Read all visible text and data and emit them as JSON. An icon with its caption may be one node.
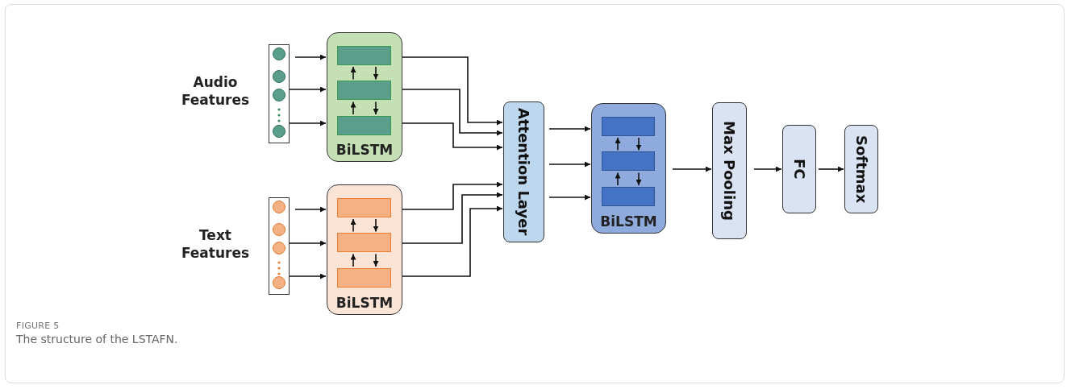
{
  "diagram": {
    "caption": "The structure of the LSTAFN.",
    "nodes": [
      {
        "text": [],
        "shape": "box",
        "beside": [
          "Audio Features"
        ]
      },
      {
        "text": [
          "BiLSTM"
        ]
      },
      {
        "text": [],
        "shape": "box",
        "in": 1
      },
      {
        "text": [],
        "shape": "box",
        "in": 1
      },
      {
        "text": [],
        "shape": "box",
        "in": 1
      },
      {
        "text": [],
        "shape": "box",
        "beside": [
          "Text Features"
        ]
      },
      {
        "text": [
          "BiLSTM"
        ]
      },
      {
        "text": [],
        "shape": "box",
        "in": 6
      },
      {
        "text": [],
        "shape": "box",
        "in": 6
      },
      {
        "text": [],
        "shape": "box",
        "in": 6
      },
      {
        "text": [
          "Attention Layer"
        ]
      },
      {
        "text": [
          "BiLSTM"
        ]
      },
      {
        "text": [],
        "shape": "box",
        "in": 11
      },
      {
        "text": [],
        "shape": "box",
        "in": 11
      },
      {
        "text": [],
        "shape": "box",
        "in": 11
      },
      {
        "text": [
          "Max Pooling"
        ]
      },
      {
        "text": [
          "FC"
        ]
      },
      {
        "text": [
          "Softmax"
        ]
      }
    ],
    "edges": [
      {
        "from": 0,
        "to": 1,
        "arrow": "to"
      },
      {
        "from": 0,
        "to": 1,
        "arrow": "to"
      },
      {
        "from": 0,
        "to": 1,
        "arrow": "to"
      },
      {
        "from": 3,
        "to": 2,
        "arrow": "to"
      },
      {
        "from": 2,
        "to": 3,
        "arrow": "to"
      },
      {
        "from": 4,
        "to": 3,
        "arrow": "to"
      },
      {
        "from": 3,
        "to": 4,
        "arrow": "to"
      },
      {
        "from": 5,
        "to": 6,
        "arrow": "to"
      },
      {
        "from": 5,
        "to": 6,
        "arrow": "to"
      },
      {
        "from": 5,
        "to": 6,
        "arrow": "to"
      },
      {
        "from": 8,
        "to": 7,
        "arrow": "to"
      },
      {
        "from": 7,
        "to": 8,
        "arrow": "to"
      },
      {
        "from": 9,
        "to": 8,
        "arrow": "to"
      },
      {
        "from": 8,
        "to": 9,
        "arrow": "to"
      },
      {
        "from": 1,
        "to": 10,
        "arrow": "to"
      },
      {
        "from": 1,
        "to": 10,
        "arrow": "to"
      },
      {
        "from": 1,
        "to": 10,
        "arrow": "to"
      },
      {
        "from": 6,
        "to": 10,
        "arrow": "to"
      },
      {
        "from": 6,
        "to": 10,
        "arrow": "to"
      },
      {
        "from": 6,
        "to": 10,
        "arrow": "to"
      },
      {
        "from": 10,
        "to": 11,
        "arrow": "to"
      },
      {
        "from": 10,
        "to": 11,
        "arrow": "to"
      },
      {
        "from": 10,
        "to": 11,
        "arrow": "to"
      },
      {
        "from": 13,
        "to": 12,
        "arrow": "to"
      },
      {
        "from": 12,
        "to": 13,
        "arrow": "to"
      },
      {
        "from": 14,
        "to": 13,
        "arrow": "to"
      },
      {
        "from": 13,
        "to": 14,
        "arrow": "to"
      },
      {
        "from": 11,
        "to": 15,
        "arrow": "to"
      },
      {
        "from": 15,
        "to": 16,
        "arrow": "to"
      },
      {
        "from": 16,
        "to": 17,
        "arrow": "to"
      }
    ],
    "labels": [
      "FIGURE 5"
    ]
  }
}
